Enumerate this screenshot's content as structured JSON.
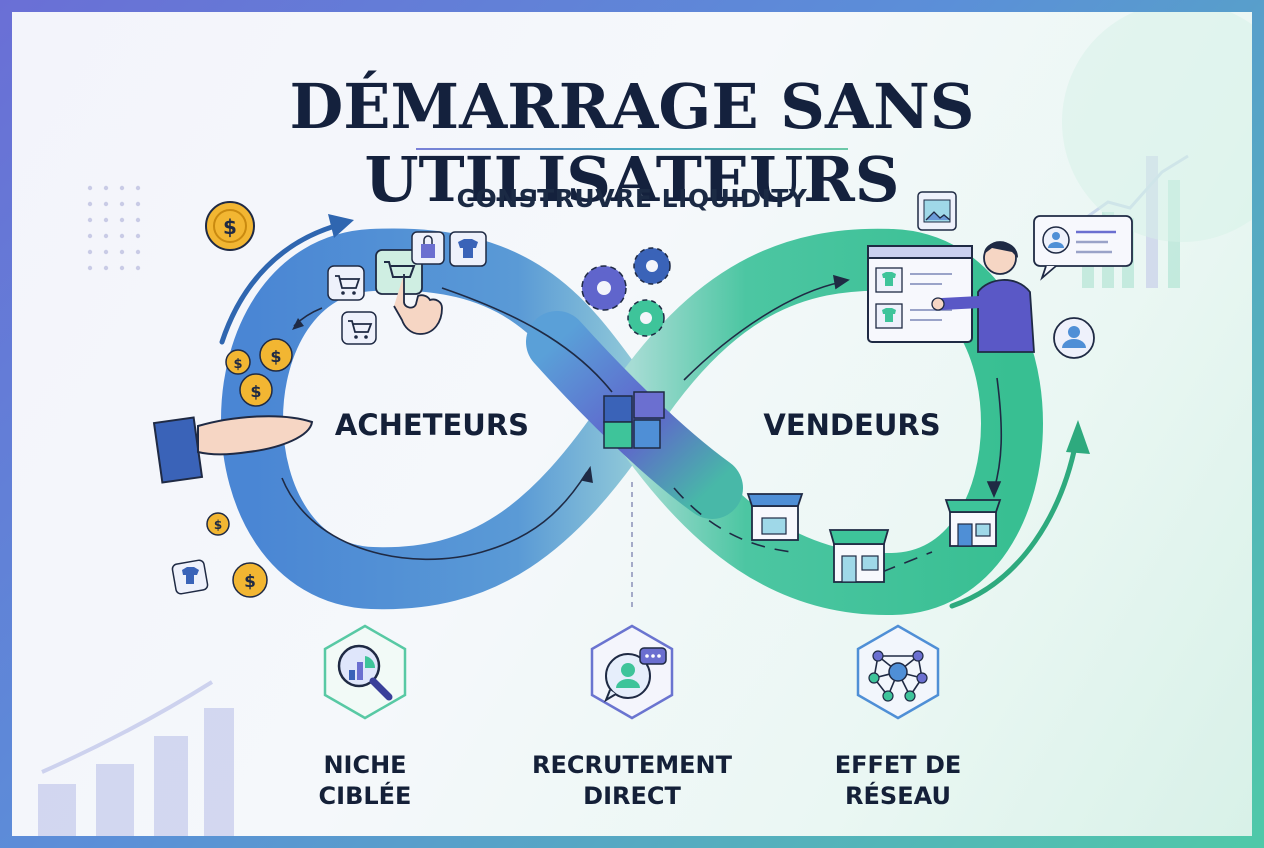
{
  "title": "DÉMARRAGE SANS UTILISATEURS",
  "subtitle": "CONSTRUVRE LIQUIDITY",
  "loop": {
    "left_label": "ACHETEURS",
    "right_label": "VENDEURS"
  },
  "pillars": [
    {
      "line1": "NICHE",
      "line2": "CIBLÉE",
      "icon": "magnifier-chart-icon"
    },
    {
      "line1": "RECRUTEMENT",
      "line2": "DIRECT",
      "icon": "person-chat-icon"
    },
    {
      "line1": "EFFET DE",
      "line2": "RÉSEAU",
      "icon": "network-nodes-icon"
    }
  ],
  "colors": {
    "buyer_loop": "#4f8fd6",
    "seller_loop": "#3ec49a",
    "accent_purple": "#5d5fc8",
    "title_navy": "#14213d",
    "coin_gold": "#f2b632"
  }
}
